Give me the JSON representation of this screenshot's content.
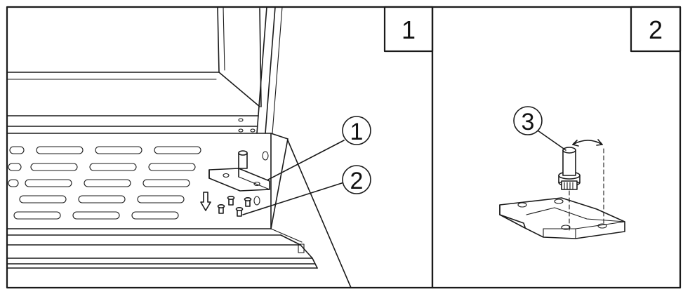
{
  "panels": [
    {
      "number": "1"
    },
    {
      "number": "2"
    }
  ],
  "callouts": [
    {
      "number": "1"
    },
    {
      "number": "2"
    },
    {
      "number": "3"
    }
  ]
}
